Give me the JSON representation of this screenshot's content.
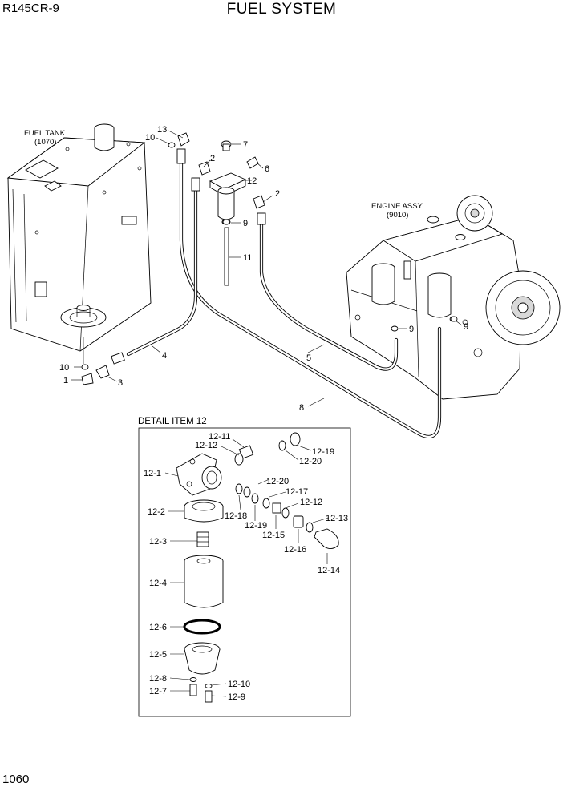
{
  "header": {
    "model": "R145CR-9",
    "title": "FUEL SYSTEM"
  },
  "page_number": "1060",
  "assemblies": {
    "fuel_tank": {
      "name": "FUEL TANK",
      "ref": "(1070)"
    },
    "engine": {
      "name": "ENGINE ASSY",
      "ref": "(9010)"
    }
  },
  "detail": {
    "title": "DETAIL ITEM 12"
  },
  "callouts": {
    "c13": "13",
    "c10a": "10",
    "c7": "7",
    "c2a": "2",
    "c6": "6",
    "c12": "12",
    "c2b": "2",
    "c9a": "9",
    "c11": "11",
    "c9b": "9",
    "c9c": "9",
    "c5": "5",
    "c4": "4",
    "c10b": "10",
    "c1": "1",
    "c3": "3",
    "c8": "8"
  },
  "detail_callouts": {
    "d12_11": "12-11",
    "d12_12a": "12-12",
    "d12_19a": "12-19",
    "d12_20a": "12-20",
    "d12_1": "12-1",
    "d12_20b": "12-20",
    "d12_17": "12-17",
    "d12_12b": "12-12",
    "d12_2": "12-2",
    "d12_18": "12-18",
    "d12_19b": "12-19",
    "d12_15": "12-15",
    "d12_13": "12-13",
    "d12_16": "12-16",
    "d12_3": "12-3",
    "d12_14": "12-14",
    "d12_4": "12-4",
    "d12_6": "12-6",
    "d12_5": "12-5",
    "d12_8": "12-8",
    "d12_10": "12-10",
    "d12_7": "12-7",
    "d12_9": "12-9"
  }
}
